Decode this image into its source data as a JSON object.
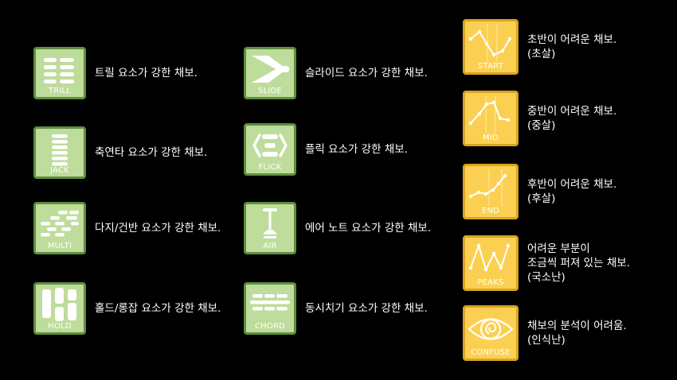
{
  "left_column": [
    {
      "label": "TRILL",
      "icon": "trill-icon",
      "description": "트릴 요소가 강한 채보."
    },
    {
      "label": "JACK",
      "icon": "jack-icon",
      "description": "축연타 요소가 강한 채보."
    },
    {
      "label": "MULTI",
      "icon": "multi-icon",
      "description": "다지/건반 요소가 강한 채보."
    },
    {
      "label": "HOLD",
      "icon": "hold-icon",
      "description": "홀드/롱잡 요소가 강한 채보."
    }
  ],
  "middle_column": [
    {
      "label": "SLIDE",
      "icon": "slide-icon",
      "description": "슬라이드 요소가 강한 채보."
    },
    {
      "label": "FLICK",
      "icon": "flick-icon",
      "description": "플릭 요소가 강한 채보."
    },
    {
      "label": "AIR",
      "icon": "air-icon",
      "description": "에어 노트 요소가 강한 채보."
    },
    {
      "label": "CHORD",
      "icon": "chord-icon",
      "description": "동시치기 요소가 강한 채보."
    }
  ],
  "right_column": [
    {
      "label": "START",
      "icon": "start-graph-icon",
      "description": "초반이 어려운 채보.\n(초살)"
    },
    {
      "label": "MID",
      "icon": "mid-graph-icon",
      "description": "중반이 어려운 채보.\n(중살)"
    },
    {
      "label": "END",
      "icon": "end-graph-icon",
      "description": "후반이 어려운 채보.\n(후살)"
    },
    {
      "label": "PEAKS",
      "icon": "peaks-graph-icon",
      "description": "어려운 부분이\n조금씩 퍼져 있는 채보.\n(국소난)"
    },
    {
      "label": "CONFUSE",
      "icon": "eye-icon",
      "description": "채보의 분석이 어려움.\n(인식난)"
    }
  ],
  "colors": {
    "green_fill": "#bedc9b",
    "green_border": "#5e8f3f",
    "yellow_fill": "#fbd052",
    "yellow_border": "#d9a51e"
  }
}
